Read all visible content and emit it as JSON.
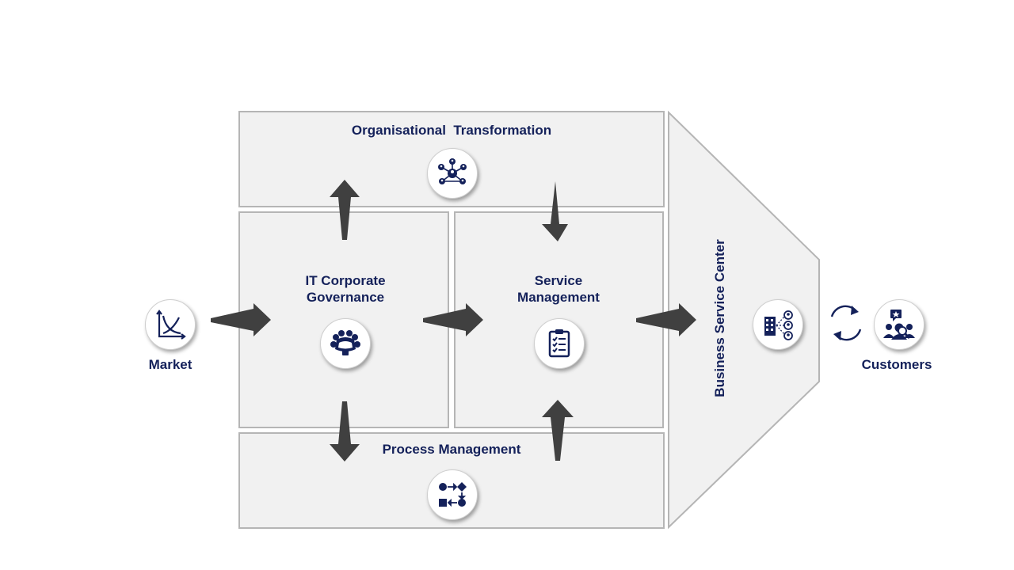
{
  "nodes": {
    "org_transformation": {
      "label": "Organisational  Transformation",
      "icon": "network-people-icon"
    },
    "it_governance": {
      "label": "IT Corporate\nGovernance",
      "icon": "boardroom-meeting-icon"
    },
    "service_management": {
      "label": "Service\nManagement",
      "icon": "clipboard-checklist-icon"
    },
    "process_management": {
      "label": "Process Management",
      "icon": "process-flow-icon"
    },
    "business_service_center": {
      "label": "Business Service Center",
      "icon": "building-users-icon"
    },
    "market": {
      "label": "Market",
      "icon": "market-chart-icon"
    },
    "customers": {
      "label": "Customers",
      "icon": "customers-review-icon"
    }
  },
  "extras": {
    "cycle_icon": "cycle-arrows-icon"
  },
  "colors": {
    "navy": "#14215a",
    "box_fill": "#f1f1f1",
    "box_border": "#b5b5b5",
    "arrow": "#404040"
  }
}
